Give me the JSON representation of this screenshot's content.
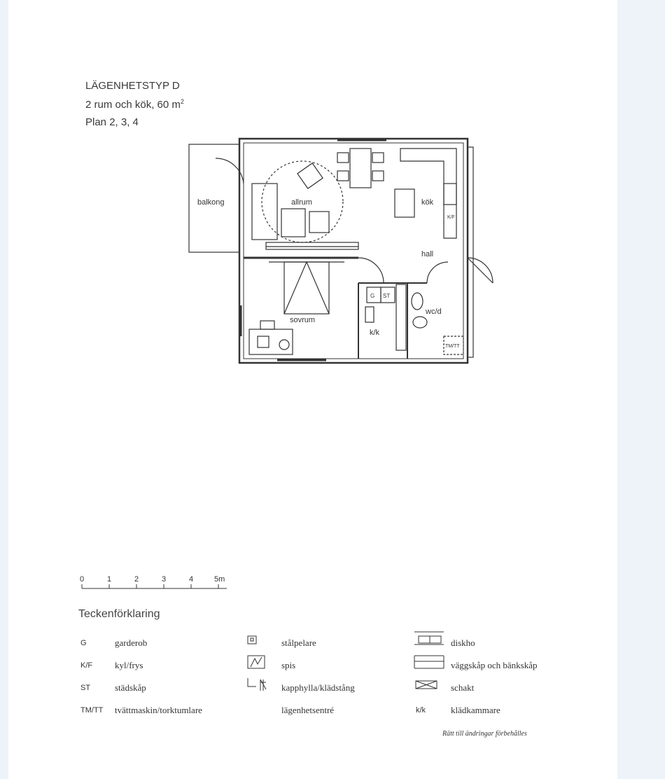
{
  "header": {
    "title": "LÄGENHETSTYP D",
    "size_text": "2 rum och kök, 60 m",
    "size_sup": "2",
    "plan": "Plan 2, 3, 4"
  },
  "rooms": {
    "balkong": "balkong",
    "allrum": "allrum",
    "kok": "kök",
    "hall": "hall",
    "sovrum": "sovrum",
    "kk": "k/k",
    "wcd": "wc/d",
    "g": "G",
    "st": "ST",
    "kf": "K/F",
    "tmtt": "TM/TT"
  },
  "scale": {
    "ticks": [
      "0",
      "1",
      "2",
      "3",
      "4",
      "5m"
    ]
  },
  "legend": {
    "title": "Teckenförklaring",
    "abbrev": [
      {
        "code": "G",
        "text": "garderob"
      },
      {
        "code": "K/F",
        "text": "kyl/frys"
      },
      {
        "code": "ST",
        "text": "städskåp"
      },
      {
        "code": "TM/TT",
        "text": "tvättmaskin/torktumlare"
      }
    ],
    "symbols_mid": [
      {
        "text": "stålpelare"
      },
      {
        "text": "spis"
      },
      {
        "text": "kapphylla/klädstång"
      },
      {
        "text": "lägenhetsentré"
      }
    ],
    "symbols_right": [
      {
        "text": "diskho"
      },
      {
        "text": "väggskåp och bänkskåp"
      },
      {
        "text": "schakt"
      },
      {
        "code": "k/k",
        "text": "klädkammare"
      }
    ]
  },
  "note": "Rätt till ändringar förbehålles"
}
